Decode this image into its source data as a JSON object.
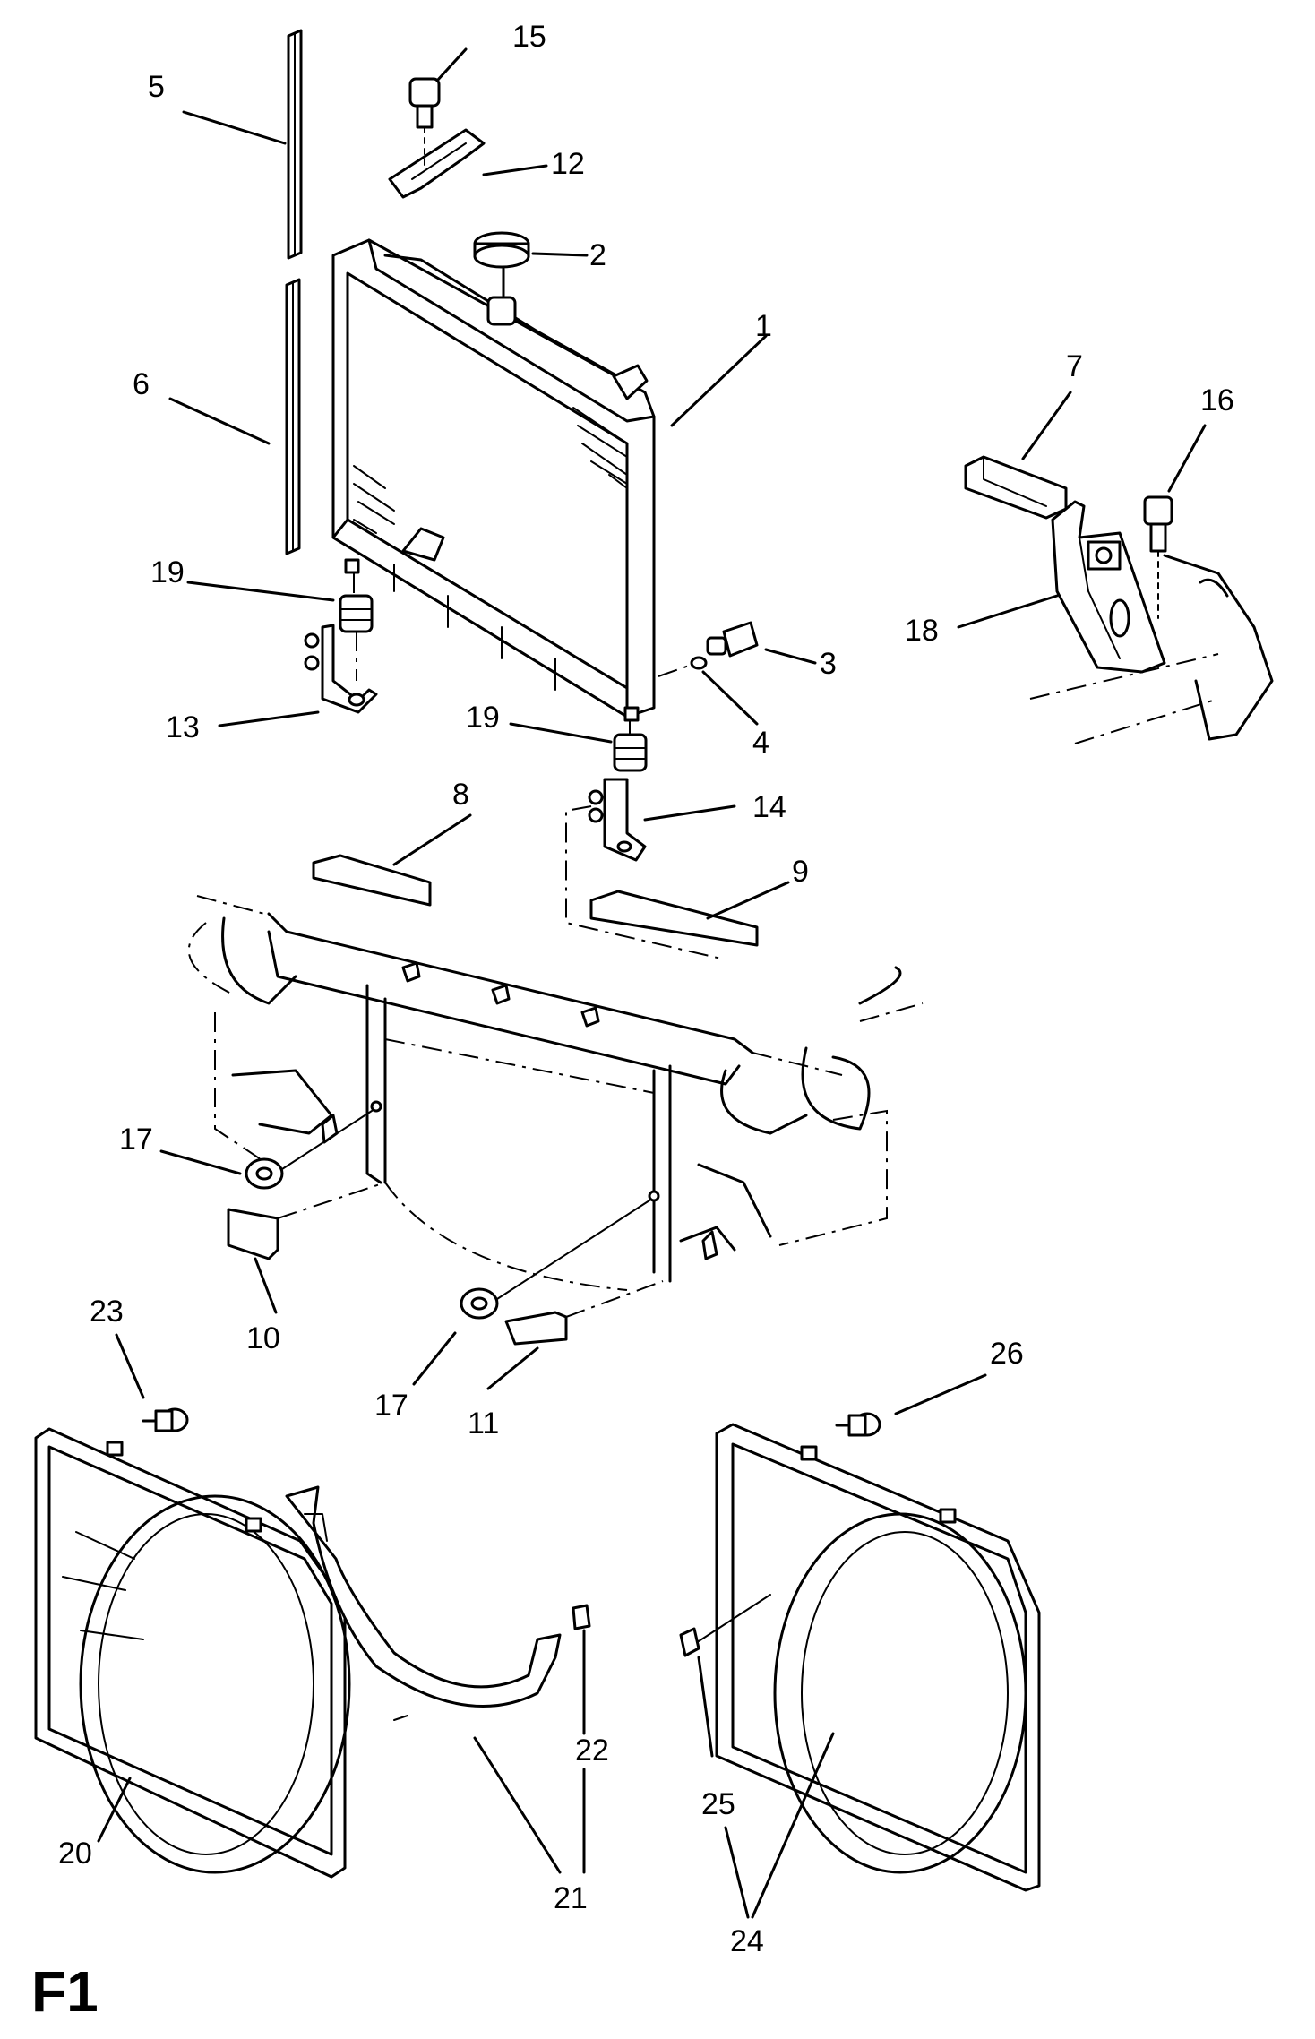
{
  "figure_id": "F1",
  "callouts": [
    "1",
    "2",
    "3",
    "4",
    "5",
    "6",
    "7",
    "8",
    "9",
    "10",
    "11",
    "12",
    "13",
    "14",
    "15",
    "16",
    "17",
    "17",
    "18",
    "19",
    "19",
    "20",
    "21",
    "22",
    "23",
    "24",
    "25",
    "26"
  ],
  "parts": {
    "radiator": "radiator",
    "radiator_cap": "radiator-cap",
    "drain_plug": "drain-plug",
    "o_ring": "o-ring",
    "seal_upper": "seal-strip-upper",
    "seal_lower": "seal-strip-lower",
    "grommet_upper": "grommet-upper",
    "pad_left": "pad-left",
    "pad_right": "pad-right",
    "wedge_left": "wedge-left",
    "wedge_right": "wedge-right",
    "clamp_plate": "clamp-plate",
    "bracket_left": "bracket-left",
    "bracket_right": "bracket-right",
    "bolt_top": "bolt-top",
    "bolt_right": "bolt-right",
    "bushing": "bushing",
    "support_bracket": "support-bracket",
    "mount_rubber": "mount-rubber",
    "fan_shroud_left": "fan-shroud-left",
    "shroud_lower": "shroud-lower",
    "clip": "clip",
    "screw_left": "screw-left",
    "fan_shroud_right": "fan-shroud-right",
    "clip_right": "clip-right",
    "screw_right": "screw-right",
    "front_body_panel": "front-body-panel"
  }
}
